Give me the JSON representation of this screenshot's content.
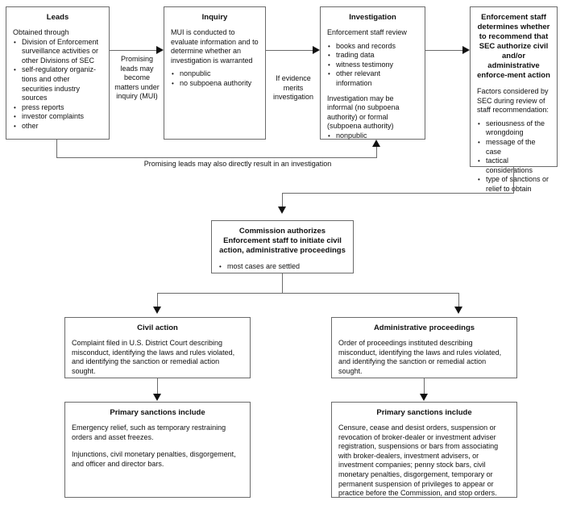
{
  "diagram": {
    "title": "SEC Enforcement Process Flowchart",
    "line_color": "#6b6b6b",
    "arrow_color": "#111111",
    "background": "#ffffff"
  },
  "nodes": {
    "leads": {
      "title": "Leads",
      "intro": "Obtained through",
      "bullets": [
        "Division of Enforcement surveillance activities or other Divisions of SEC",
        "self-regulatory organiz-tions and other securities industry sources",
        "press reports",
        "investor complaints",
        "other"
      ]
    },
    "inquiry": {
      "title": "Inquiry",
      "intro": "MUI is conducted to evaluate information and to determine whether an investigation is warranted",
      "bullets": [
        "nonpublic",
        "no subpoena authority"
      ]
    },
    "investigation": {
      "title": "Investigation",
      "intro": "Enforcement staff review",
      "bullets": [
        "books and records",
        "trading data",
        "witness testimony",
        "other relevant information"
      ],
      "note": "Investigation may be informal (no subpoena authority) or formal (subpoena authority)",
      "note_bullets": [
        "nonpublic"
      ]
    },
    "recommendation": {
      "title": "Enforcement staff determines whether to recommend that SEC authorize civil and/or administrative enforce-ment action",
      "intro": "Factors considered by SEC during review of staff recommendation:",
      "bullets": [
        "seriousness of the wrongdoing",
        "message of the case",
        "tactical considerations",
        "type of sanctions or relief to obtain"
      ]
    },
    "commission": {
      "title": "Commission authorizes Enforcement staff to initiate civil action, administrative proceedings",
      "bullets": [
        "most cases are settled"
      ]
    },
    "civil_action": {
      "title": "Civil action",
      "body": "Complaint filed in U.S. District Court describing misconduct, identifying the laws and rules violated, and identifying the sanction or remedial action sought."
    },
    "administrative_proceedings": {
      "title": "Administrative proceedings",
      "body": "Order of proceedings instituted describing misconduct, identifying the laws and rules violated, and identifying the sanction or remedial action sought."
    },
    "civil_sanctions": {
      "title": "Primary sanctions include",
      "paragraphs": [
        "Emergency relief, such as temporary restraining orders and asset freezes.",
        "Injunctions, civil monetary penalties, disgorgement, and officer and director bars."
      ]
    },
    "admin_sanctions": {
      "title": "Primary sanctions include",
      "paragraphs": [
        "Censure, cease and desist orders, suspension or revocation of broker-dealer or investment adviser registration, suspensions or bars from associating with broker-dealers, investment advisers, or investment companies; penny stock bars, civil monetary penalties, disgorgement, temporary or permanent suspension of privileges to appear or practice before the Commission, and stop orders."
      ]
    }
  },
  "edge_labels": {
    "leads_to_inquiry": "Promising leads may become matters under inquiry (MUI)",
    "inquiry_to_investigation": "If evidence merits investigation",
    "leads_direct": "Promising leads may also directly result in an investigation"
  }
}
